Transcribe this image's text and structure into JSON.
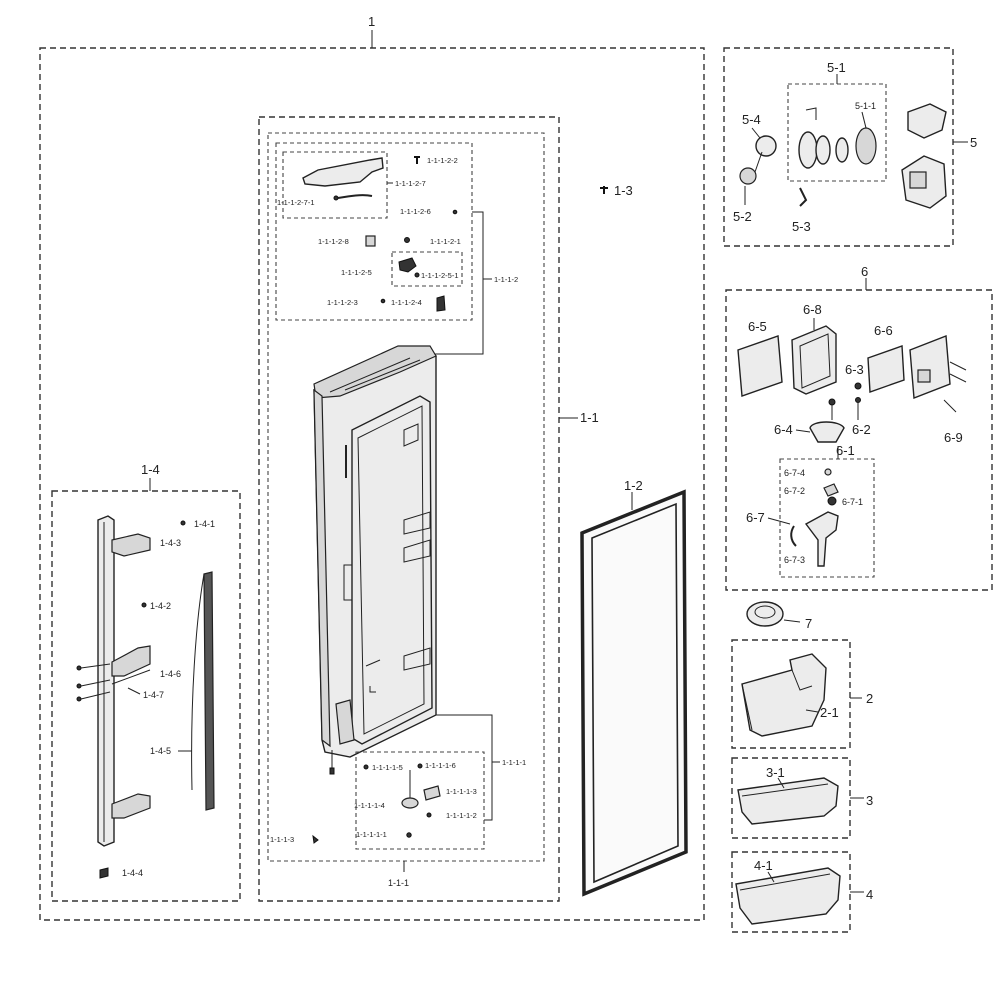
{
  "labels": {
    "a1": "1",
    "a1_1": "1-1",
    "a1_1_1": "1-1-1",
    "a1_1_1_1": "1-1-1-1",
    "a1_1_1_1_1": "1-1-1-1-1",
    "a1_1_1_1_2": "1-1-1-1-2",
    "a1_1_1_1_3": "1-1-1-1-3",
    "a1_1_1_1_4": "1-1-1-1-4",
    "a1_1_1_1_5": "1-1-1-1-5",
    "a1_1_1_1_6": "1-1-1-1-6",
    "a1_1_1_2": "1-1-1-2",
    "a1_1_1_2_1": "1-1-1-2-1",
    "a1_1_1_2_2": "1-1-1-2-2",
    "a1_1_1_2_3": "1-1-1-2-3",
    "a1_1_1_2_4": "1-1-1-2-4",
    "a1_1_1_2_5": "1-1-1-2-5",
    "a1_1_1_2_5_1": "1-1-1-2-5-1",
    "a1_1_1_2_6": "1-1-1-2-6",
    "a1_1_1_2_7": "1-1-1-2-7",
    "a1_1_1_2_7_1": "1-1-1-2-7-1",
    "a1_1_1_2_8": "1-1-1-2-8",
    "a1_1_1_3": "1-1-1-3",
    "a1_2": "1-2",
    "a1_3": "1-3",
    "a1_4": "1-4",
    "a1_4_1": "1-4-1",
    "a1_4_2": "1-4-2",
    "a1_4_3": "1-4-3",
    "a1_4_4": "1-4-4",
    "a1_4_5": "1-4-5",
    "a1_4_6": "1-4-6",
    "a1_4_7": "1-4-7",
    "a2": "2",
    "a2_1": "2-1",
    "a3": "3",
    "a3_1": "3-1",
    "a4": "4",
    "a4_1": "4-1",
    "a5": "5",
    "a5_1": "5-1",
    "a5_1_1": "5-1-1",
    "a5_2": "5-2",
    "a5_3": "5-3",
    "a5_4": "5-4",
    "a6": "6",
    "a6_1": "6-1",
    "a6_2": "6-2",
    "a6_3": "6-3",
    "a6_4": "6-4",
    "a6_5": "6-5",
    "a6_6": "6-6",
    "a6_7": "6-7",
    "a6_7_1": "6-7-1",
    "a6_7_2": "6-7-2",
    "a6_7_3": "6-7-3",
    "a6_7_4": "6-7-4",
    "a6_8": "6-8",
    "a6_9": "6-9",
    "a7": "7"
  }
}
